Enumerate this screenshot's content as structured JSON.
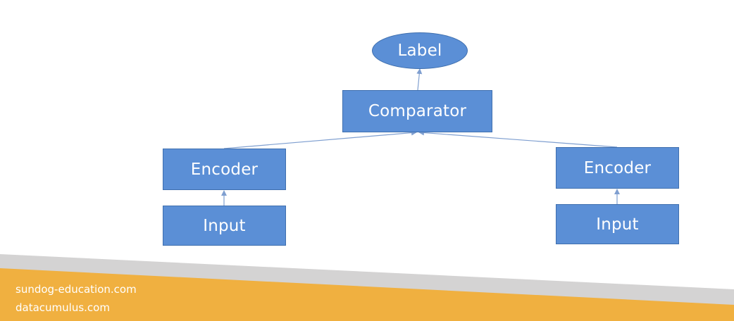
{
  "diagram": {
    "nodes": {
      "label": "Label",
      "comparator": "Comparator",
      "encoder_left": "Encoder",
      "encoder_right": "Encoder",
      "input_left": "Input",
      "input_right": "Input"
    }
  },
  "footer": {
    "line1": "sundog-education.com",
    "line2": "datacumulus.com"
  },
  "colors": {
    "node_fill": "#5b8fd6",
    "node_border": "#3f6fae",
    "connector": "#7f9fd0",
    "footer_band": "#f0b040",
    "footer_stripe": "#d4d3d3"
  }
}
